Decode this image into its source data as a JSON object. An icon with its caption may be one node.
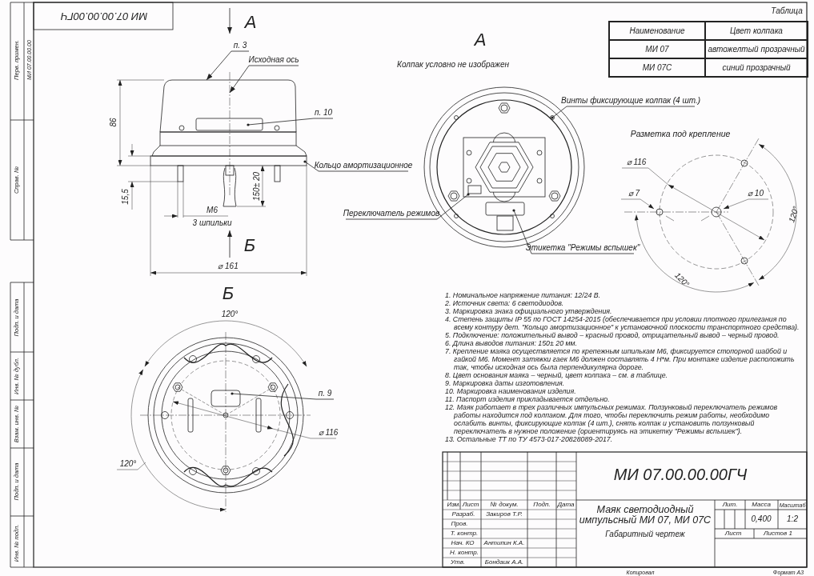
{
  "diagram": {
    "nodes": [
      {
        "text": [
          "п. 3"
        ]
      },
      {
        "text": [
          "Исходная ось"
        ]
      },
      {
        "text": [
          "п. 10"
        ]
      },
      {
        "text": [
          "Кольцо амортизационное"
        ]
      },
      {
        "text": [
          "Винты фиксирующие колпак (4 шт.)"
        ]
      },
      {
        "text": [
          "Переключатель режимов"
        ]
      },
      {
        "text": [
          "Этикетка \"Режимы вспышек\""
        ]
      },
      {
        "text": [
          "п. 9"
        ]
      }
    ],
    "edges": [
      {
        "from": 0,
        "to": null,
        "arrow": "to"
      },
      {
        "from": 1,
        "to": null,
        "arrow": "to"
      },
      {
        "from": 2,
        "to": null,
        "arrow": "other"
      },
      {
        "from": 3,
        "to": null,
        "arrow": "other"
      },
      {
        "from": 4,
        "to": null,
        "arrow": "other"
      },
      {
        "from": 5,
        "to": null,
        "arrow": "other"
      },
      {
        "from": 6,
        "to": null,
        "arrow": "other"
      },
      {
        "from": 7,
        "to": null,
        "arrow": "other"
      }
    ],
    "labels": [
      "МИ 07.00.00.00ГЧ",
      "А",
      "86",
      "15,5",
      "150± 20",
      "М6",
      "3 шпильки",
      "Б",
      "⌀ 161",
      "Б",
      "120°",
      "120°",
      "⌀ 116",
      "А",
      "Колпак условно не изображен",
      "Разметка под крепление",
      "⌀ 116",
      "⌀ 7",
      "⌀ 10",
      "120°",
      "120°",
      "Таблица",
      "Наименование",
      "Цвет колпака",
      "МИ 07",
      "автожелтый прозрачный",
      "МИ 07С",
      "синий прозрачный",
      "1. Номинальное напряжение питания: 12/24 В.",
      "2. Источник света: 6 светодиодов.",
      "3. Маркировка знака официального утверждения.",
      "4. Степень защиты IP 55 по ГОСТ 14254-2015 (обеспечивается при условии плотного прилегания по всему контуру дет. \"Кольцо амортизационное\" к установочной плоскости транспортного средства).",
      "5. Подключение: положительный вывод – красный провод, отрицательный вывод – черный провод.",
      "6. Длина выводов питания: 150± 20 мм.",
      "7. Крепление маяка осуществляется по крепежным шпилькам М6, фиксируется стопорной шайбой и гайкой М6. Момент затяжки гаек М6 должен составлять 4 Н*м. При монтаже изделие расположить так, чтобы исходная ось была перпендикулярна дороге.",
      "8. Цвет основания маяка – черный, цвет колпака – см. в таблице.",
      "9. Маркировка даты изготовления.",
      "10. Маркировка наименования изделия.",
      "11. Паспорт изделия прикладывается отдельно.",
      "12. Маяк работает в трех различных импульсных режимах. Ползунковый переключатель режимов работы находится под колпаком. Для того, чтобы переключить режим работы, необходимо ослабить винты, фиксирующие колпак (4 шт.), снять колпак и установить ползунковый переключатель в нужное положение (ориентируясь на этикетку \"Режимы вспышек\").",
      "13. Остальные ТТ по ТУ 4573-017-20828089-2017.",
      "МИ 07.00.00.00ГЧ",
      "Изм.",
      "Лист",
      "№ докум.",
      "Подп.",
      "Дата",
      "Разраб.",
      "Закиров Т.Р.",
      "Пров.",
      "Т. контр.",
      "Нач. КО",
      "Антипин К.А.",
      "Н. контр.",
      "Утв.",
      "Бондаик А.А.",
      "Маяк светодиодный импульсный МИ 07, МИ 07С",
      "Габаритный чертеж",
      "Лит.",
      "Масса",
      "Масштаб",
      "0,400",
      "1:2",
      "Лист",
      "Листов 1",
      "Копировал",
      "Формат А3",
      "Перв. примен.",
      "МИ 07.00.00.00",
      "Справ. №",
      "Подп. и дата",
      "Инв. № дубл.",
      "Взам. инв. №",
      "Подп. и дата",
      "Инв. № подл."
    ]
  }
}
